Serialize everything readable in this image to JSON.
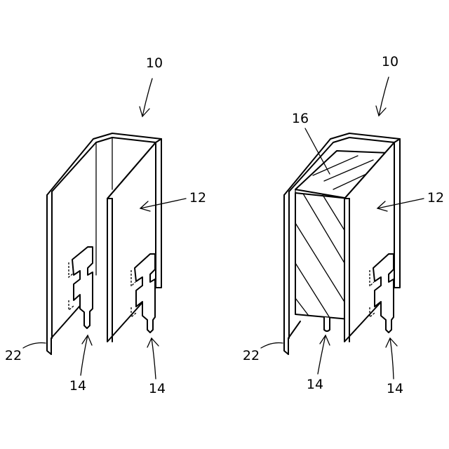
{
  "figure": {
    "left_view": {
      "labels": {
        "assembly": "10",
        "wall": "12",
        "terminal_a": "14",
        "terminal_b": "14",
        "flange": "22"
      }
    },
    "right_view": {
      "labels": {
        "assembly": "10",
        "insert": "16",
        "wall": "12",
        "terminal_a": "14",
        "terminal_b": "14",
        "flange": "22"
      }
    }
  }
}
